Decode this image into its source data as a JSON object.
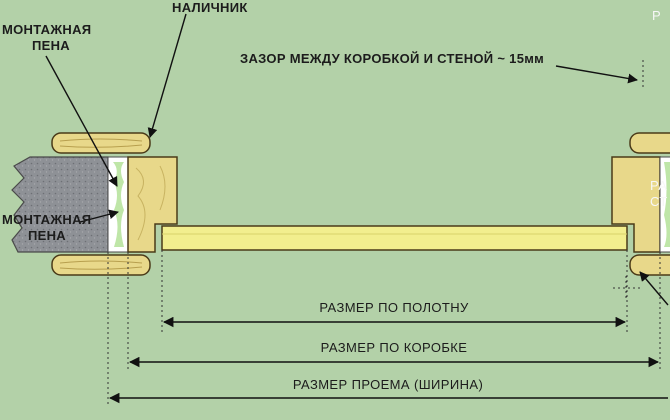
{
  "labels": {
    "casing": "НАЛИЧНИК",
    "foam_top": "МОНТАЖНАЯ",
    "foam_bottom": "ПЕНА",
    "foam_side": "МОНТАЖНАЯ",
    "foam_side2": "ПЕНА",
    "gap": "ЗАЗОР МЕЖДУ КОРОБКОЙ И СТЕНОЙ ~ 15мм",
    "right_cut_1": "РА",
    "right_cut_2": "СТ",
    "right_top_cut": "Р"
  },
  "dimensions": {
    "leaf": "РАЗМЕР ПО ПОЛОТНУ",
    "frame": "РАЗМЕР ПО КОРОБКЕ",
    "opening": "РАЗМЕР ПРОЕМА (ШИРИНА)"
  },
  "colors": {
    "background": "#b3d1a8",
    "wood": "#e8d88a",
    "leaf": "#f2ee8e",
    "wall": "#8e9196",
    "foam": "#bfe6a8"
  }
}
